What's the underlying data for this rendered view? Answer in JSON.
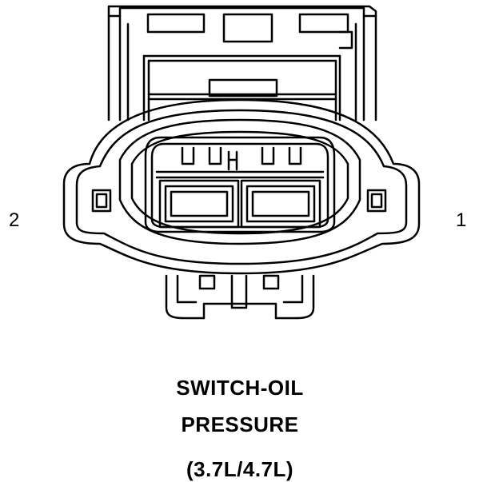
{
  "pin_labels": {
    "left": "2",
    "right": "1"
  },
  "caption": {
    "line1": "SWITCH-OIL",
    "line2": "PRESSURE",
    "line3": "(3.7L/4.7L)"
  },
  "colors": {
    "ink": "#000000",
    "background": "#ffffff"
  }
}
